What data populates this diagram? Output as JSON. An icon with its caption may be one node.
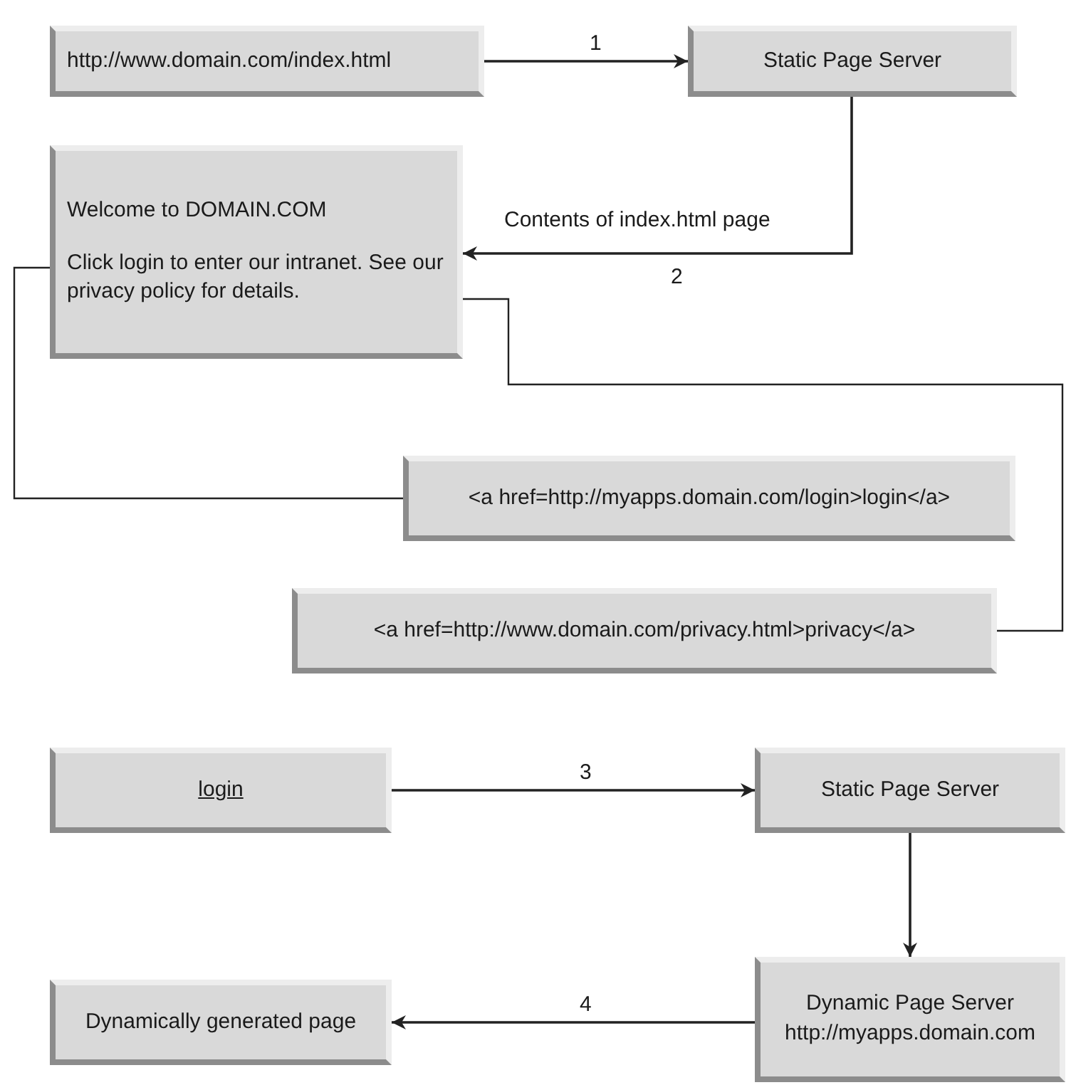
{
  "diagram": {
    "nodes": [
      {
        "text": [
          "http://www.domain.com/index.html"
        ]
      },
      {
        "text": [
          "Static Page Server"
        ]
      },
      {
        "text": [
          "Welcome to DOMAIN.COM",
          "Click login to enter our intranet. See our privacy policy for details."
        ]
      },
      {
        "text": [
          "<a href=http://myapps.domain.com/login>login</a>"
        ]
      },
      {
        "text": [
          "<a href=http://www.domain.com/privacy.html>privacy</a>"
        ]
      },
      {
        "text": [
          "login"
        ]
      },
      {
        "text": [
          "Static Page Server"
        ]
      },
      {
        "text": [
          "Dynamically generated page"
        ]
      },
      {
        "text": [
          "Dynamic Page Server",
          "http://myapps.domain.com"
        ]
      }
    ],
    "edges": [
      {
        "from": 0,
        "to": 1,
        "arrow": "to",
        "label": "1"
      },
      {
        "from": 1,
        "to": 2,
        "arrow": "to",
        "label": "2"
      },
      {
        "from": 2,
        "to": 3,
        "arrow": "none"
      },
      {
        "from": 2,
        "to": 4,
        "arrow": "none"
      },
      {
        "from": 5,
        "to": 6,
        "arrow": "to",
        "label": "3"
      },
      {
        "from": 6,
        "to": 8,
        "arrow": "to"
      },
      {
        "from": 8,
        "to": 7,
        "arrow": "to",
        "label": "4"
      }
    ],
    "labels": [
      "Contents of index.html page"
    ]
  }
}
